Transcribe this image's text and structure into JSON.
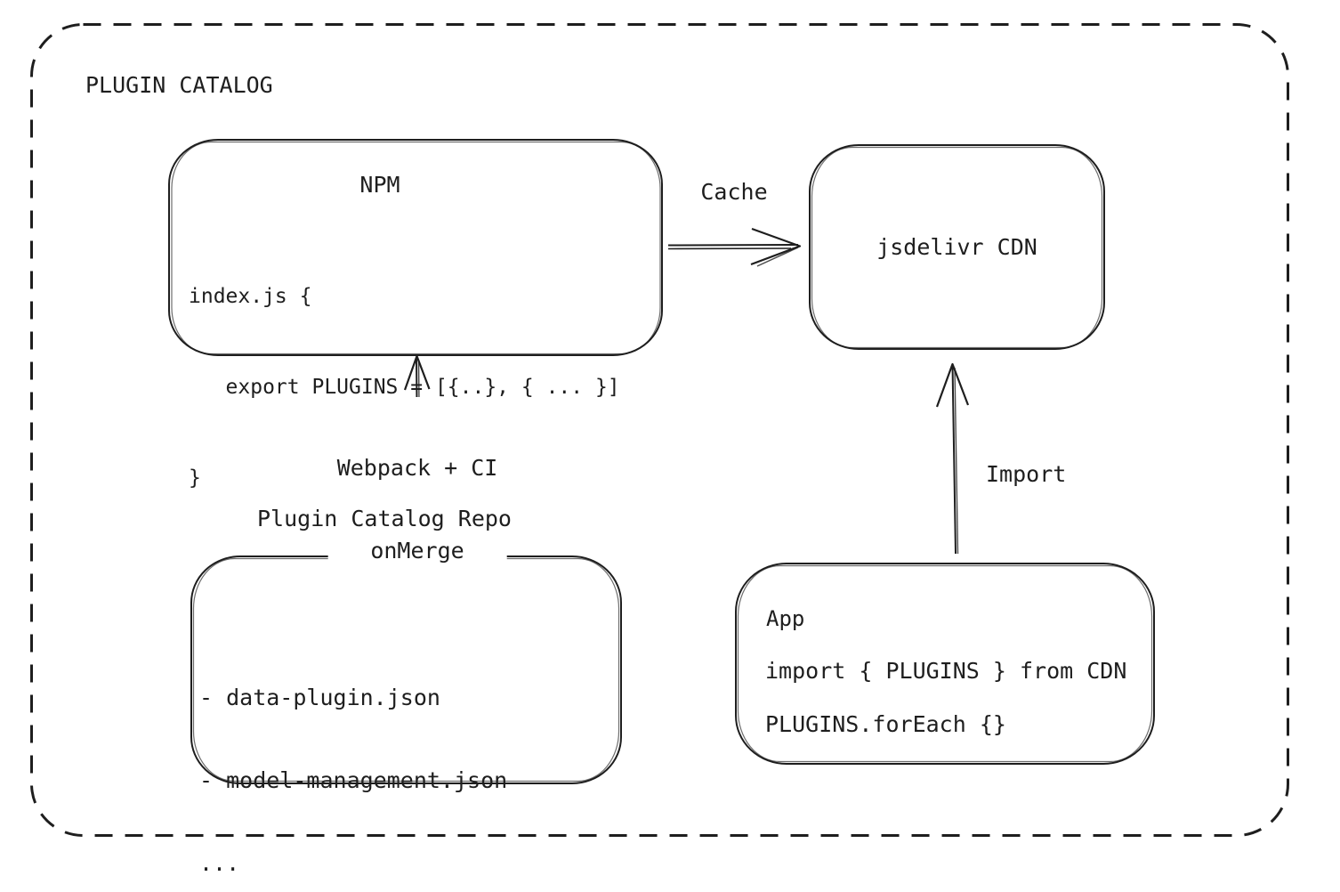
{
  "colors": {
    "ink": "#1e1e1e",
    "background": "#ffffff"
  },
  "diagram_title": "PLUGIN CATALOG",
  "nodes": {
    "npm": {
      "title": "NPM",
      "code_line1": "index.js {",
      "code_line2": "   export PLUGINS = [{..}, { ... }]",
      "code_line3": "}"
    },
    "cdn": {
      "label": "jsdelivr CDN"
    },
    "repo": {
      "title": "Plugin Catalog Repo",
      "item1": "- data-plugin.json",
      "item2": "- model-management.json",
      "item3": "..."
    },
    "app": {
      "title": "App",
      "code_line1": "import { PLUGINS } from CDN",
      "code_line2": "PLUGINS.forEach {}"
    }
  },
  "edges": {
    "cache": {
      "label": "Cache"
    },
    "build": {
      "label_line1": "Webpack + CI",
      "label_line2": "onMerge"
    },
    "import": {
      "label": "Import"
    }
  }
}
